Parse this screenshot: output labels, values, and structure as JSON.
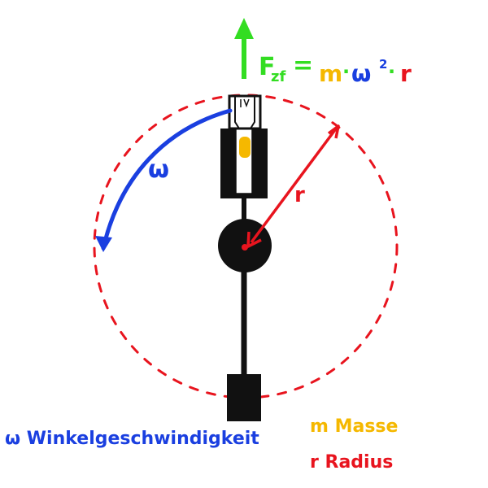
{
  "formula": {
    "force_symbol": "F",
    "force_subscript": "zf",
    "equals": "=",
    "mass_symbol": "m",
    "dot1": "·",
    "omega_symbol": "ω",
    "omega_exponent": "2",
    "dot2": "·",
    "radius_symbol": "r"
  },
  "labels": {
    "omega": "ω",
    "radius": "r"
  },
  "legend": {
    "omega_line": "ω Winkelgeschwindigkeit",
    "mass_line": "m Masse",
    "radius_line": "r Radius"
  },
  "colors": {
    "force_arrow": "#33dd22",
    "omega": "#1a3fe0",
    "mass": "#f5b800",
    "radius": "#e8141e",
    "body": "#111111",
    "background": "#ffffff"
  }
}
